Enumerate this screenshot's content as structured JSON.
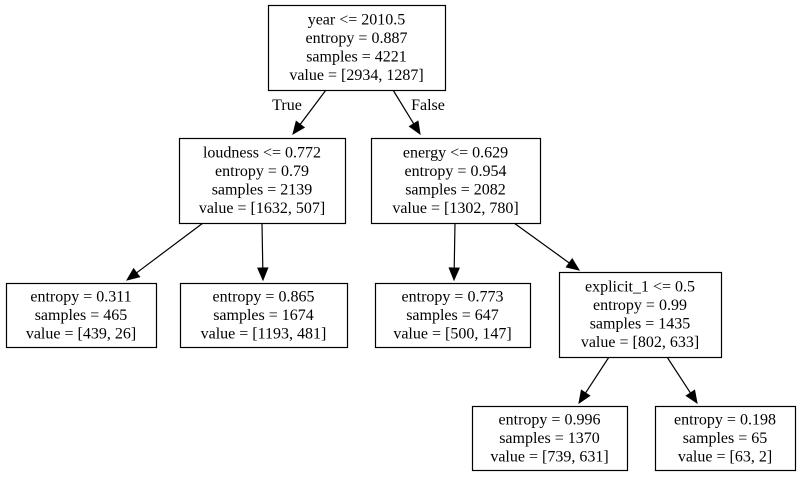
{
  "nodes": [
    {
      "id": "root",
      "lines": [
        "year <= 2010.5",
        "entropy = 0.887",
        "samples = 4221",
        "value = [2934, 1287]"
      ]
    },
    {
      "id": "loudness",
      "lines": [
        "loudness <= 0.772",
        "entropy = 0.79",
        "samples = 2139",
        "value = [1632, 507]"
      ]
    },
    {
      "id": "energy",
      "lines": [
        "energy <= 0.629",
        "entropy = 0.954",
        "samples = 2082",
        "value = [1302, 780]"
      ]
    },
    {
      "id": "leaf-a",
      "lines": [
        "entropy = 0.311",
        "samples = 465",
        "value = [439, 26]"
      ]
    },
    {
      "id": "leaf-b",
      "lines": [
        "entropy = 0.865",
        "samples = 1674",
        "value = [1193, 481]"
      ]
    },
    {
      "id": "leaf-c",
      "lines": [
        "entropy = 0.773",
        "samples = 647",
        "value = [500, 147]"
      ]
    },
    {
      "id": "explicit",
      "lines": [
        "explicit_1 <= 0.5",
        "entropy = 0.99",
        "samples = 1435",
        "value = [802, 633]"
      ]
    },
    {
      "id": "leaf-d",
      "lines": [
        "entropy = 0.996",
        "samples = 1370",
        "value = [739, 631]"
      ]
    },
    {
      "id": "leaf-e",
      "lines": [
        "entropy = 0.198",
        "samples = 65",
        "value = [63, 2]"
      ]
    }
  ],
  "edges": [
    {
      "from": "root",
      "to": "loudness",
      "label": "True"
    },
    {
      "from": "root",
      "to": "energy",
      "label": "False"
    },
    {
      "from": "loudness",
      "to": "leaf-a",
      "label": ""
    },
    {
      "from": "loudness",
      "to": "leaf-b",
      "label": ""
    },
    {
      "from": "energy",
      "to": "leaf-c",
      "label": ""
    },
    {
      "from": "energy",
      "to": "explicit",
      "label": ""
    },
    {
      "from": "explicit",
      "to": "leaf-d",
      "label": ""
    },
    {
      "from": "explicit",
      "to": "leaf-e",
      "label": ""
    }
  ]
}
